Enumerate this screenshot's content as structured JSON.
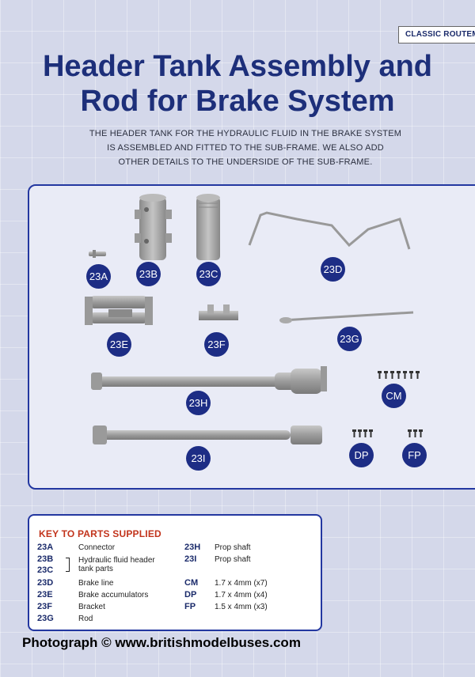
{
  "header": {
    "series_tag": "CLASSIC ROUTEMASTER",
    "title_line1": "Header Tank Assembly and",
    "title_line2": "Rod for Brake System",
    "subtitle_line1": "THE HEADER TANK FOR THE HYDRAULIC FLUID IN THE BRAKE SYSTEM",
    "subtitle_line2": "IS ASSEMBLED AND FITTED TO THE SUB-FRAME. WE ALSO ADD",
    "subtitle_line3": "OTHER DETAILS TO THE UNDERSIDE OF THE SUB-FRAME."
  },
  "parts": {
    "a": "23A",
    "b": "23B",
    "c": "23C",
    "d": "23D",
    "e": "23E",
    "f": "23F",
    "g": "23G",
    "h": "23H",
    "i": "23I",
    "cm": "CM",
    "dp": "DP",
    "fp": "FP"
  },
  "key": {
    "heading": "KEY TO PARTS SUPPLIED",
    "left": [
      {
        "code": "23A",
        "desc": "Connector"
      },
      {
        "code": "23B",
        "desc": "Hydraulic fluid header"
      },
      {
        "code": "23C",
        "desc": "tank parts"
      },
      {
        "code": "23D",
        "desc": "Brake line"
      },
      {
        "code": "23E",
        "desc": "Brake accumulators"
      },
      {
        "code": "23F",
        "desc": "Bracket"
      },
      {
        "code": "23G",
        "desc": "Rod"
      }
    ],
    "right": [
      {
        "code": "23H",
        "desc": "Prop shaft"
      },
      {
        "code": "23I",
        "desc": "Prop shaft"
      },
      {
        "code": "CM",
        "desc": "1.7 x 4mm (x7)"
      },
      {
        "code": "DP",
        "desc": "1.7 x 4mm (x4)"
      },
      {
        "code": "FP",
        "desc": "1.5 x 4mm (x3)"
      }
    ]
  },
  "footer": {
    "credit": "Photograph © www.britishmodelbuses.com"
  },
  "colors": {
    "accent": "#1d2f7a",
    "badge": "#1d2d85",
    "key_heading": "#c2341c",
    "background": "#d4d8ea"
  }
}
